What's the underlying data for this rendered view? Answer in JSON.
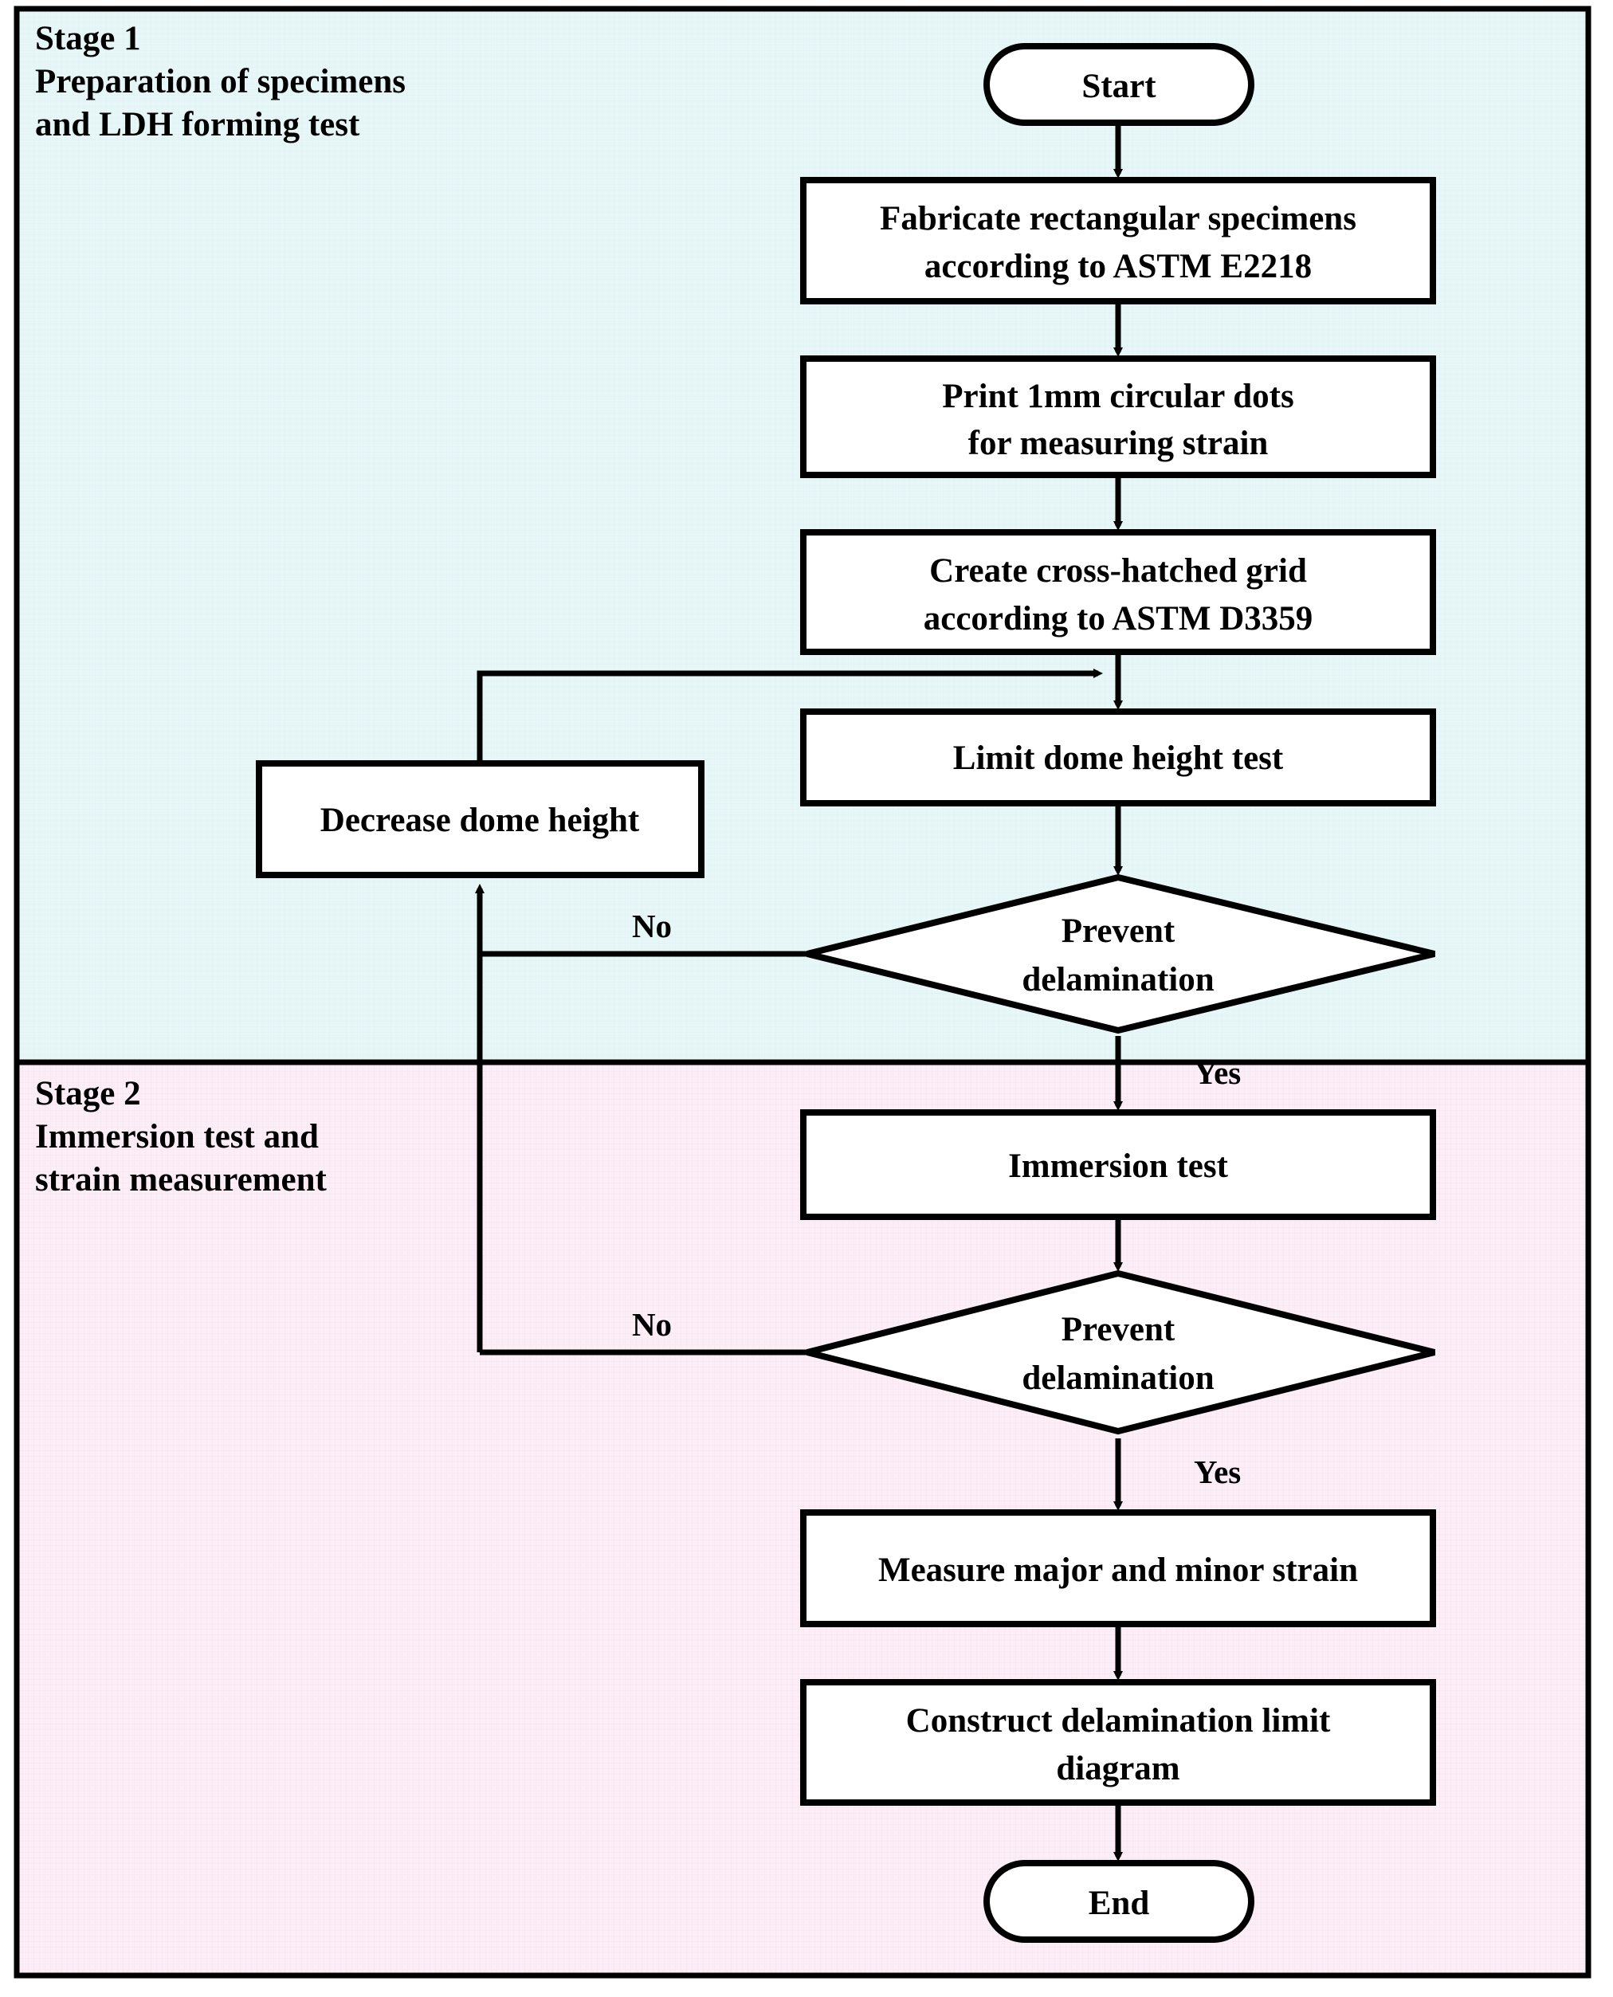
{
  "diagram": {
    "title_present": false,
    "colors": {
      "stage1_background": "#e7f7f8",
      "stage2_background": "#fbeef6",
      "node_fill": "#ffffff",
      "stroke": "#000000",
      "frame": "#000000"
    },
    "stages": [
      {
        "id": "stage-1",
        "label_lines": [
          "Stage 1",
          "Preparation of specimens",
          "and LDH forming test"
        ],
        "background": "#e7f7f8"
      },
      {
        "id": "stage-2",
        "label_lines": [
          "Stage 2",
          "Immersion test and",
          "strain measurement"
        ],
        "background": "#fbeef6"
      }
    ],
    "nodes": [
      {
        "id": "start",
        "type": "terminator",
        "lines": [
          "Start"
        ]
      },
      {
        "id": "fabricate",
        "type": "process",
        "lines": [
          "Fabricate rectangular specimens",
          "according to ASTM E2218"
        ]
      },
      {
        "id": "print-dots",
        "type": "process",
        "lines": [
          "Print 1mm circular dots",
          "for measuring strain"
        ]
      },
      {
        "id": "cross-hatch",
        "type": "process",
        "lines": [
          "Create cross-hatched grid",
          "according to ASTM D3359"
        ]
      },
      {
        "id": "decrease-dome",
        "type": "process",
        "lines": [
          "Decrease dome height"
        ]
      },
      {
        "id": "ldh-test",
        "type": "process",
        "lines": [
          "Limit dome height test"
        ]
      },
      {
        "id": "decision-1",
        "type": "decision",
        "lines": [
          "Prevent",
          "delamination"
        ]
      },
      {
        "id": "immersion-test",
        "type": "process",
        "lines": [
          "Immersion test"
        ]
      },
      {
        "id": "decision-2",
        "type": "decision",
        "lines": [
          "Prevent",
          "delamination"
        ]
      },
      {
        "id": "measure-strain",
        "type": "process",
        "lines": [
          "Measure major and minor strain"
        ]
      },
      {
        "id": "construct-dld",
        "type": "process",
        "lines": [
          "Construct delamination limit",
          "diagram"
        ]
      },
      {
        "id": "end",
        "type": "terminator",
        "lines": [
          "End"
        ]
      }
    ],
    "edge_labels": [
      {
        "id": "no-1",
        "text": "No",
        "from": "decision-1",
        "to": "decrease-dome"
      },
      {
        "id": "yes-1",
        "text": "Yes",
        "from": "decision-1",
        "to": "immersion-test"
      },
      {
        "id": "no-2",
        "text": "No",
        "from": "decision-2",
        "to": "decrease-dome"
      },
      {
        "id": "yes-2",
        "text": "Yes",
        "from": "decision-2",
        "to": "measure-strain"
      }
    ]
  }
}
